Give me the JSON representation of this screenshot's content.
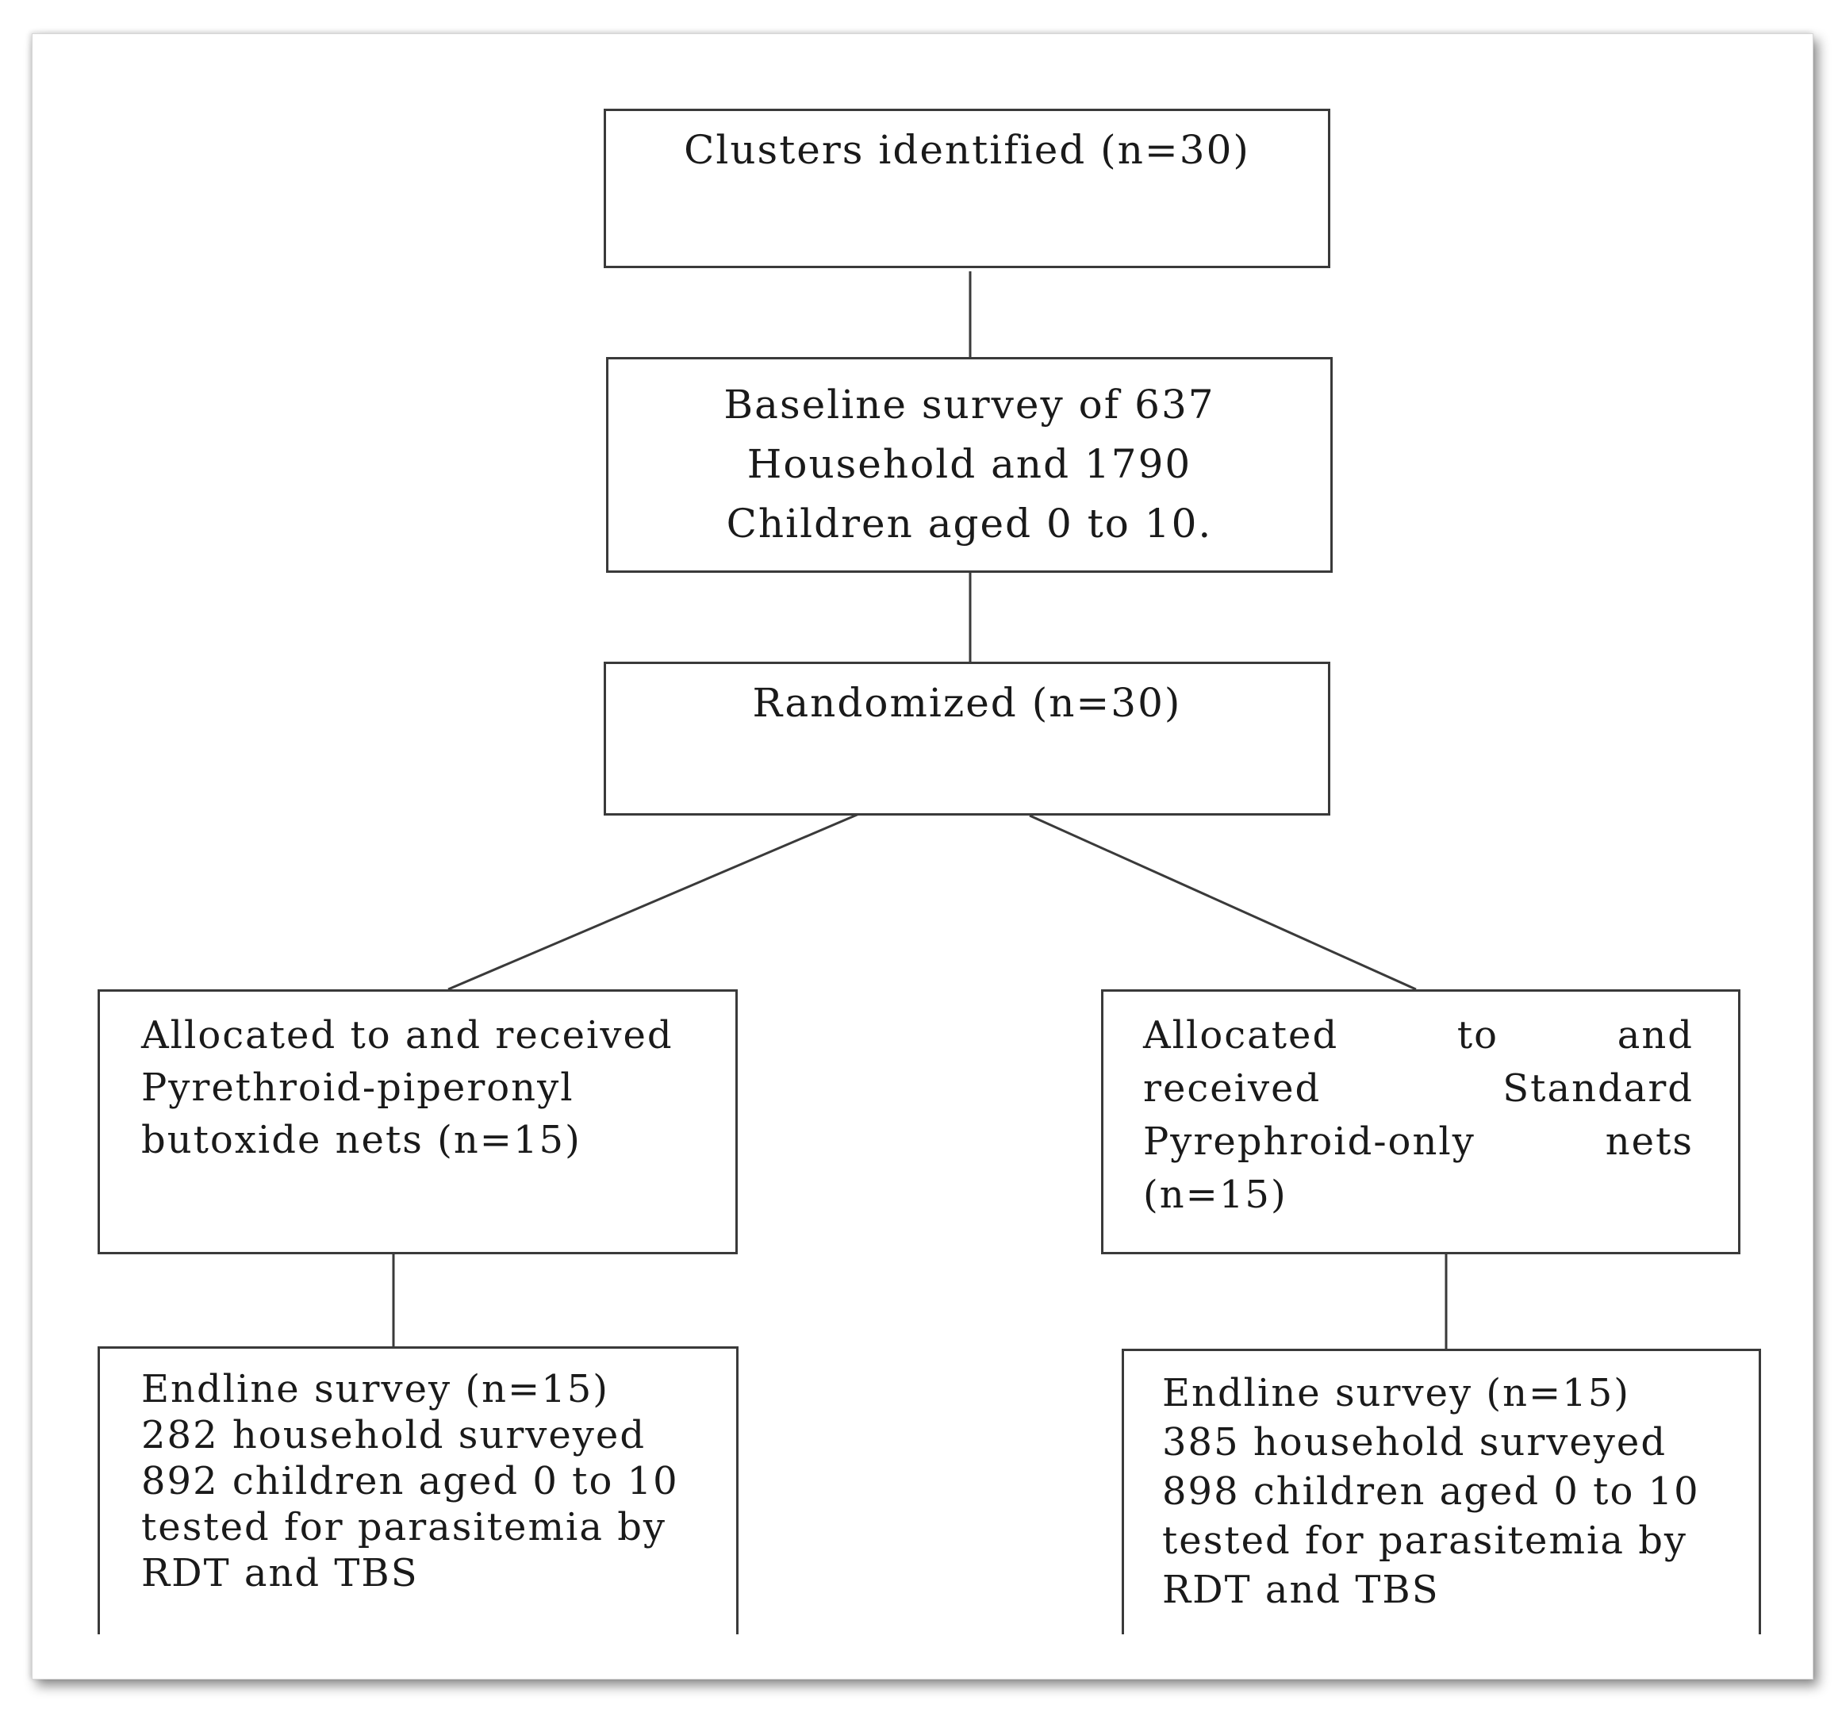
{
  "flowchart": {
    "clusters_box": {
      "lines": [
        "Clusters identified (n=30)"
      ]
    },
    "baseline_box": {
      "lines": [
        "Baseline survey of 637",
        "Household and 1790",
        "Children aged 0 to 10."
      ]
    },
    "randomized_box": {
      "lines": [
        "Randomized (n=30)"
      ]
    },
    "pbo_arm_box": {
      "lines": [
        "Allocated to and received",
        "Pyrethroid-piperonyl",
        "butoxide nets (n=15)"
      ]
    },
    "standard_arm_box": {
      "line1": [
        "Allocated",
        "to",
        "and"
      ],
      "line2": [
        "received",
        "Standard"
      ],
      "line3": [
        "Pyrephroid-only",
        "nets"
      ],
      "line4": "(n=15)"
    },
    "pbo_endline_box": {
      "lines": [
        "Endline survey (n=15)",
        "282 household surveyed",
        "892 children aged 0 to 10",
        "tested for parasitemia by",
        "RDT and TBS"
      ]
    },
    "standard_endline_box": {
      "lines": [
        "Endline survey (n=15)",
        "385 household surveyed",
        "898 children aged 0 to 10",
        "tested for parasitemia by",
        "RDT and TBS"
      ]
    }
  }
}
